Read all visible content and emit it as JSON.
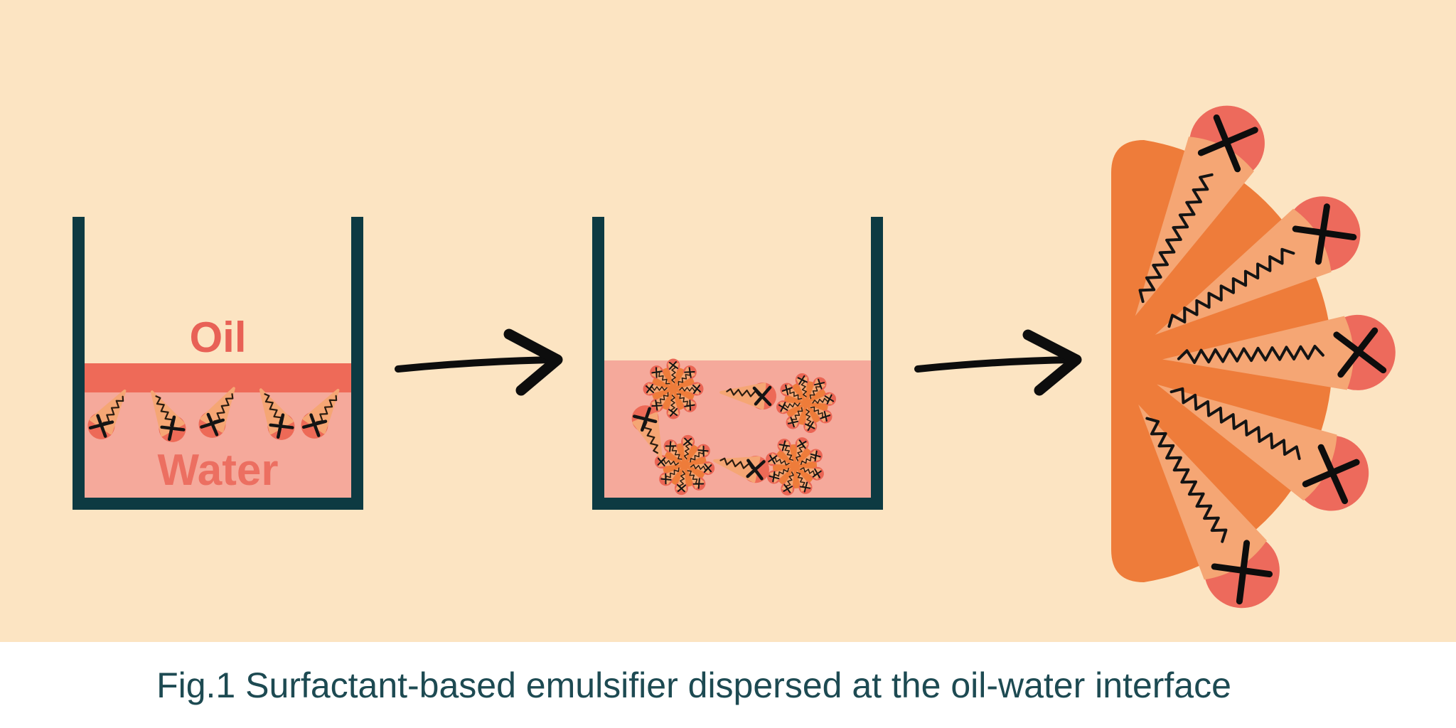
{
  "figure": {
    "caption": "Fig.1 Surfactant-based emulsifier dispersed at the oil-water interface",
    "beaker_1": {
      "oil_label": "Oil",
      "water_label": "Water",
      "surfactant_count": 5,
      "description": "separated oil layer floating on water with surfactants at the interface"
    },
    "beaker_2": {
      "micelle_count": 4,
      "free_surfactant_count": 3,
      "description": "emulsified mixture with micelles dispersed in water"
    },
    "closeup": {
      "head_count": 5,
      "description": "magnified half-micelle showing hydrophilic heads outside and hydrophobic tails inside"
    },
    "icons": {
      "arrow_count": 2
    },
    "colors": {
      "background": "#fce4c2",
      "footer_background": "#ffffff",
      "beaker_wall": "#0d3a42",
      "oil": "#ee6a58",
      "water": "#f5a99b",
      "micelle_core": "#ee7c3a",
      "tail_wedge": "#f5a674",
      "head": "#ed6a57",
      "label_oil_text": "#e86156",
      "label_water_text": "#ec6f61",
      "caption_text": "#1d4a52",
      "stroke": "#1a1a1a"
    }
  }
}
